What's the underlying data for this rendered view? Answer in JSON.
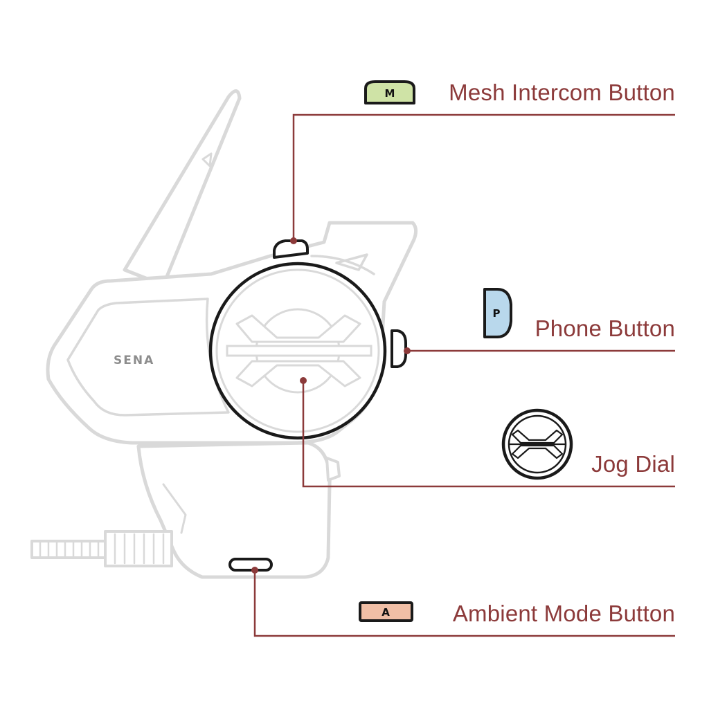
{
  "device": {
    "brand": "SENA"
  },
  "callouts": {
    "mesh": {
      "badge": "M",
      "label": "Mesh Intercom Button",
      "badge_color": "#cfe3a6"
    },
    "phone": {
      "badge": "P",
      "label": "Phone Button",
      "badge_color": "#b9d8ec"
    },
    "jog": {
      "label": "Jog Dial"
    },
    "ambient": {
      "badge": "A",
      "label": "Ambient Mode Button",
      "badge_color": "#f1bfa6"
    }
  },
  "colors": {
    "leader_line": "#8c3a3a",
    "device_outline": "#d9d9d9",
    "device_dark_outline": "#1a1a1a"
  }
}
